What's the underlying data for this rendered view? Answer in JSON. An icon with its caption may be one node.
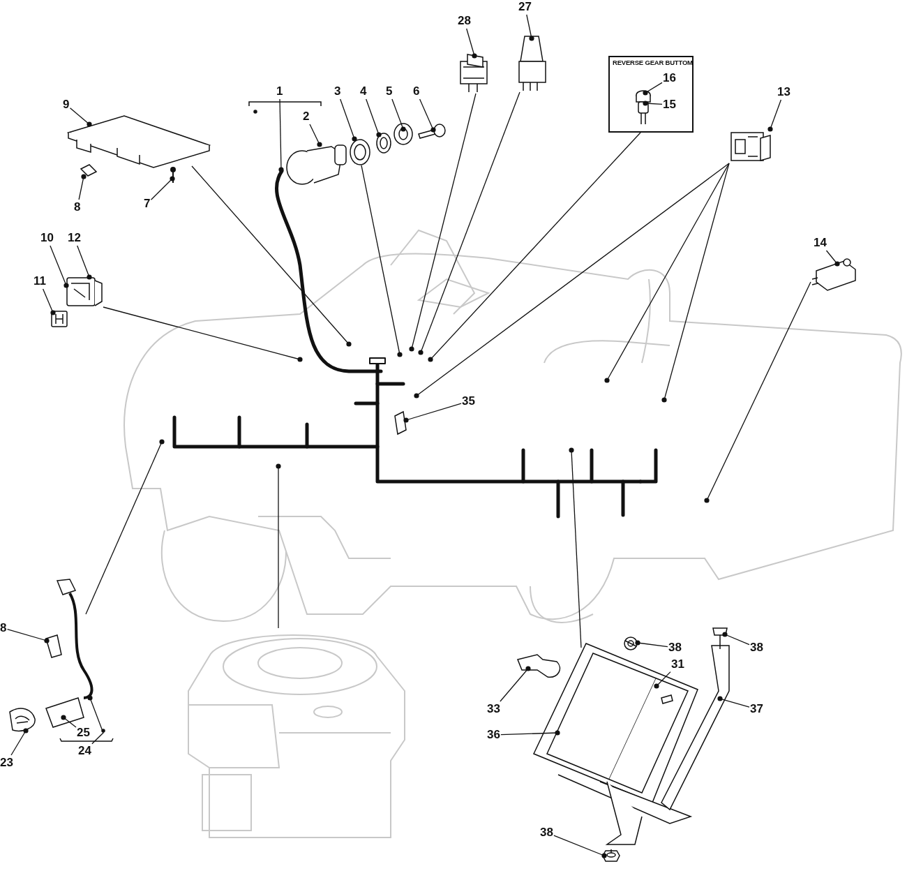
{
  "diagram": {
    "nodes": [
      {
        "text": [
          "27"
        ]
      },
      {
        "text": [
          "28"
        ]
      },
      {
        "text": [
          "REVERSE GEAR BUTTOM"
        ]
      },
      {
        "text": [
          "16"
        ],
        "in": 2
      },
      {
        "text": [
          "15"
        ],
        "in": 2
      },
      {
        "text": [
          "1"
        ]
      },
      {
        "text": [
          "3"
        ]
      },
      {
        "text": [
          "4"
        ]
      },
      {
        "text": [
          "5"
        ]
      },
      {
        "text": [
          "6"
        ]
      },
      {
        "text": [
          "13"
        ]
      },
      {
        "text": [
          "9"
        ]
      },
      {
        "text": [
          "2"
        ]
      },
      {
        "text": [
          "8"
        ]
      },
      {
        "text": [
          "7"
        ]
      },
      {
        "text": [
          "10"
        ]
      },
      {
        "text": [
          "12"
        ]
      },
      {
        "text": [
          "14"
        ]
      },
      {
        "text": [
          "11"
        ]
      },
      {
        "text": [
          "35"
        ],
        "in": 46
      },
      {
        "text": [
          "8"
        ]
      },
      {
        "text": [
          "38"
        ]
      },
      {
        "text": [
          "38"
        ]
      },
      {
        "text": [
          "31"
        ]
      },
      {
        "text": [
          "33"
        ]
      },
      {
        "text": [
          "37"
        ]
      },
      {
        "text": [
          "36"
        ]
      },
      {
        "text": [
          "25"
        ]
      },
      {
        "text": [
          "24"
        ]
      },
      {
        "text": [
          "23"
        ]
      },
      {
        "text": [
          "38"
        ]
      },
      {
        "text": [],
        "shape": "picture"
      },
      {
        "text": [],
        "shape": "picture"
      },
      {
        "text": [],
        "shape": "picture",
        "in": 2
      },
      {
        "text": [],
        "shape": "picture"
      },
      {
        "text": [],
        "shape": "picture"
      },
      {
        "text": [],
        "shape": "picture"
      },
      {
        "text": [],
        "shape": "picture"
      },
      {
        "text": [],
        "shape": "picture"
      },
      {
        "text": [],
        "shape": "picture"
      },
      {
        "text": [],
        "shape": "picture"
      },
      {
        "text": [],
        "shape": "picture"
      },
      {
        "text": [],
        "shape": "picture"
      },
      {
        "text": [],
        "shape": "picture"
      },
      {
        "text": [],
        "shape": "picture"
      },
      {
        "text": [],
        "shape": "picture"
      },
      {
        "text": [],
        "shape": "picture"
      },
      {
        "text": [],
        "shape": "picture"
      },
      {
        "text": [],
        "shape": "picture"
      },
      {
        "text": [],
        "shape": "picture"
      },
      {
        "text": [],
        "shape": "picture"
      },
      {
        "text": [],
        "shape": "picture"
      },
      {
        "text": [],
        "shape": "picture"
      },
      {
        "text": [],
        "shape": "picture"
      },
      {
        "text": [],
        "shape": "picture"
      },
      {
        "text": [],
        "shape": "picture",
        "in": 54
      },
      {
        "text": [],
        "shape": "picture"
      },
      {
        "text": [],
        "shape": "picture"
      },
      {
        "text": [],
        "shape": "picture"
      },
      {
        "text": [],
        "shape": "picture",
        "in": 46
      }
    ],
    "edges": [
      {
        "from": 0,
        "to": 32,
        "arrow": "other"
      },
      {
        "from": 1,
        "to": 31,
        "arrow": "other"
      },
      {
        "from": 3,
        "to": 33,
        "arrow": "other"
      },
      {
        "from": 4,
        "to": 33,
        "arrow": "other"
      },
      {
        "from": 5,
        "to": 34,
        "arrow": "other"
      },
      {
        "from": 6,
        "to": 35,
        "arrow": "other"
      },
      {
        "from": 7,
        "to": 36,
        "arrow": "other"
      },
      {
        "from": 8,
        "to": 37,
        "arrow": "other"
      },
      {
        "from": 9,
        "to": 38,
        "arrow": "other"
      },
      {
        "from": 10,
        "to": 39,
        "arrow": "other"
      },
      {
        "from": 11,
        "to": 40,
        "arrow": "other"
      },
      {
        "from": 12,
        "to": 34,
        "arrow": "other"
      },
      {
        "from": 13,
        "to": 41,
        "arrow": "other"
      },
      {
        "from": 14,
        "to": 42,
        "arrow": "other"
      },
      {
        "from": 15,
        "to": 43,
        "arrow": "other"
      },
      {
        "from": 16,
        "to": 43,
        "arrow": "other"
      },
      {
        "from": 17,
        "to": 45,
        "arrow": "other"
      },
      {
        "from": 18,
        "to": 44,
        "arrow": "other"
      },
      {
        "from": 19,
        "to": 59,
        "arrow": "other"
      },
      {
        "from": 20,
        "to": 48,
        "arrow": "other"
      },
      {
        "from": 21,
        "to": 53,
        "arrow": "other"
      },
      {
        "from": 22,
        "to": 57,
        "arrow": "other"
      },
      {
        "from": 23,
        "to": 55,
        "arrow": "other"
      },
      {
        "from": 24,
        "to": 52,
        "arrow": "other"
      },
      {
        "from": 25,
        "to": 56,
        "arrow": "other"
      },
      {
        "from": 26,
        "to": 54,
        "arrow": "other"
      },
      {
        "from": 27,
        "to": 50,
        "arrow": "other"
      },
      {
        "from": 28,
        "to": 47,
        "arrow": "other"
      },
      {
        "from": 29,
        "to": 49,
        "arrow": "other"
      },
      {
        "from": 30,
        "to": 58,
        "arrow": "other"
      },
      {
        "from": 40,
        "to": 46,
        "arrow": "other"
      },
      {
        "from": 43,
        "to": 46,
        "arrow": "other"
      },
      {
        "from": 35,
        "to": 46,
        "arrow": "other"
      },
      {
        "from": 31,
        "to": 46,
        "arrow": "other"
      },
      {
        "from": 32,
        "to": 46,
        "arrow": "other"
      },
      {
        "from": 2,
        "to": 46,
        "arrow": "other"
      },
      {
        "from": 39,
        "to": 46,
        "arrow": "other"
      },
      {
        "from": 39,
        "to": 46,
        "arrow": "other"
      },
      {
        "from": 39,
        "to": 46,
        "arrow": "other"
      },
      {
        "from": 45,
        "to": 46,
        "arrow": "other"
      },
      {
        "from": 47,
        "to": 46,
        "arrow": "other"
      },
      {
        "from": 51,
        "to": 46,
        "arrow": "other"
      },
      {
        "from": 54,
        "to": 46,
        "arrow": "other"
      }
    ]
  }
}
